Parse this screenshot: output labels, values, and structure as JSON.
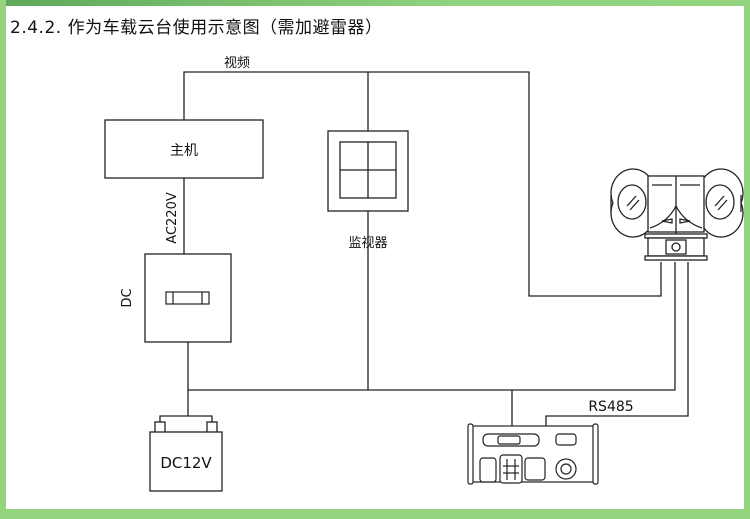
{
  "title": "2.4.2. 作为车载云台使用示意图（需加避雷器）",
  "labels": {
    "video": "视频",
    "host": "主机",
    "ac_power": "AC220V",
    "dc_converter": "DC",
    "monitor": "监视器",
    "battery": "DC12V",
    "rs485": "RS485"
  },
  "colors": {
    "frame": "#94d47f",
    "line": "#222222"
  }
}
